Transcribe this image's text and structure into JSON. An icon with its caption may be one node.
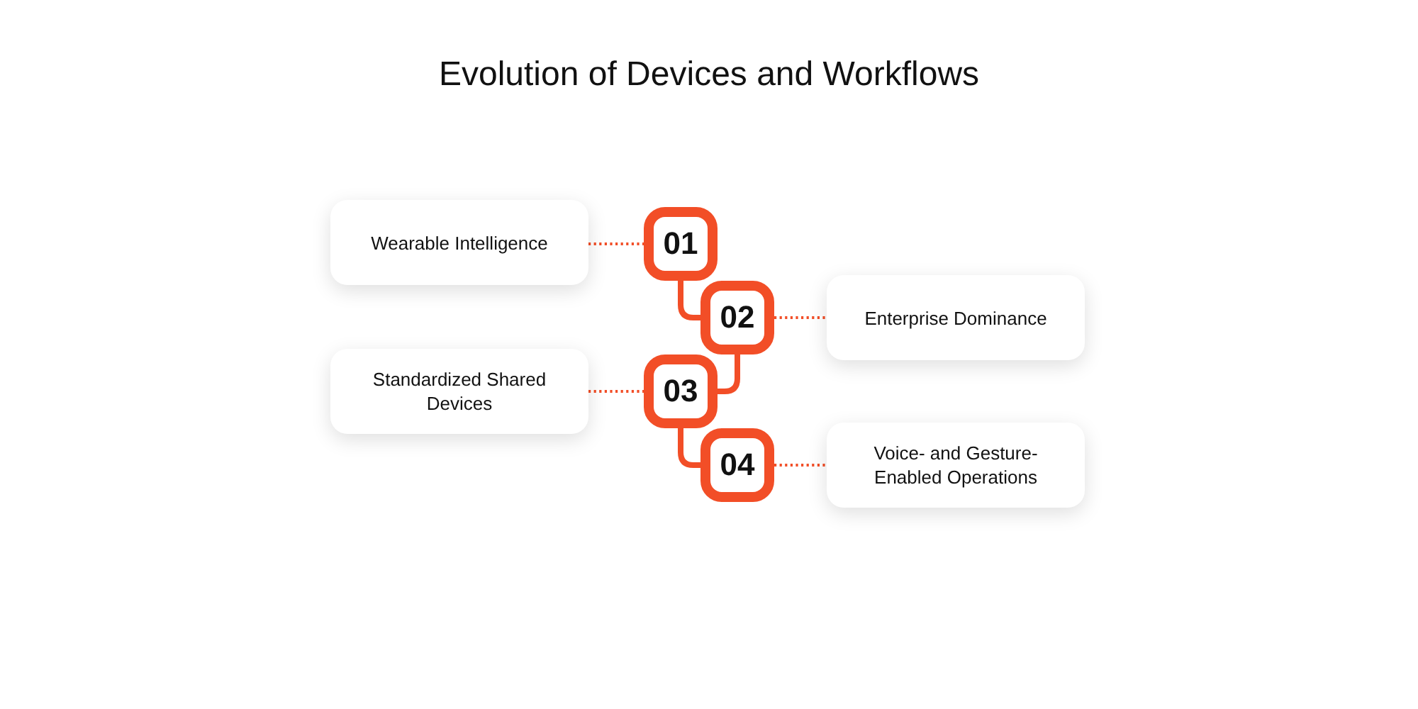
{
  "diagram": {
    "title": "Evolution of Devices and Workflows",
    "nodes": [
      {
        "text": [
          "Wearable Intelligence"
        ]
      },
      {
        "text": [
          "01"
        ]
      },
      {
        "text": [
          "02"
        ]
      },
      {
        "text": [
          "Enterprise Dominance"
        ]
      },
      {
        "text": [
          "Standardized Shared Devices"
        ]
      },
      {
        "text": [
          "03"
        ]
      },
      {
        "text": [
          "04"
        ]
      },
      {
        "text": [
          "Voice- and Gesture-Enabled Operations"
        ]
      }
    ],
    "edges": [
      {
        "from": 0,
        "to": 1,
        "arrow": "none",
        "style": "dashed"
      },
      {
        "from": 1,
        "to": 2,
        "arrow": "none",
        "style": "thick"
      },
      {
        "from": 2,
        "to": 3,
        "arrow": "none",
        "style": "dashed"
      },
      {
        "from": 2,
        "to": 5,
        "arrow": "none",
        "style": "thick"
      },
      {
        "from": 4,
        "to": 5,
        "arrow": "none",
        "style": "dashed"
      },
      {
        "from": 5,
        "to": 6,
        "arrow": "none",
        "style": "thick"
      },
      {
        "from": 6,
        "to": 7,
        "arrow": "none",
        "style": "dashed"
      }
    ]
  }
}
